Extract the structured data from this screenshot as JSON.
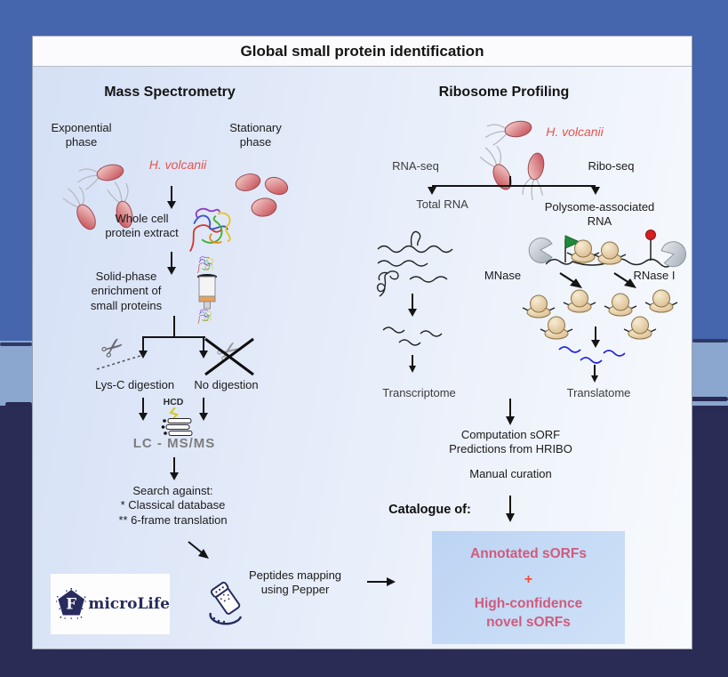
{
  "page": {
    "title": "Global small protein identification"
  },
  "colors": {
    "organism_red": "#e5544e",
    "result_pink": "#cf5b7d",
    "plus_red": "#f2503a",
    "lcms_gray": "#7c7c7c",
    "result_box_blue": "#c3d8f5",
    "logo_navy": "#272b5e",
    "sky_blue": "#4565ac",
    "sea_light": "#8ba6cf",
    "sea_dark": "#2a2c55"
  },
  "ms": {
    "header": "Mass Spectrometry",
    "exponential_phase": "Exponential\nphase",
    "stationary_phase": "Stationary\nphase",
    "organism": "H. volcanii",
    "whole_cell": "Whole cell\nprotein extract",
    "solid_phase": "Solid-phase\nenrichment of\nsmall proteins",
    "lysc_digestion": "Lys-C digestion",
    "no_digestion": "No digestion",
    "hcd": "HCD",
    "lcmsms": "LC - MS/MS",
    "search_against": "Search against:\n* Classical database\n** 6-frame translation",
    "peptides_mapping": "Peptides mapping\nusing Pepper",
    "logo_letter": "F",
    "logo_text": "microLife"
  },
  "ribo": {
    "header": "Ribosome Profiling",
    "organism": "H. volcanii",
    "rna_seq": "RNA-seq",
    "ribo_seq": "Ribo-seq",
    "total_rna": "Total RNA",
    "polysome_rna": "Polysome-associated\nRNA",
    "mnase": "MNase",
    "rnase": "RNase I",
    "transcriptome": "Transcriptome",
    "translatome": "Translatome",
    "computation": "Computation sORF\nPredictions from HRIBO",
    "manual_curation": "Manual curation",
    "catalogue_of": "Catalogue of:",
    "result_annotated": "Annotated sORFs",
    "result_plus": "+",
    "result_novel": "High-confidence\nnovel sORFs"
  }
}
